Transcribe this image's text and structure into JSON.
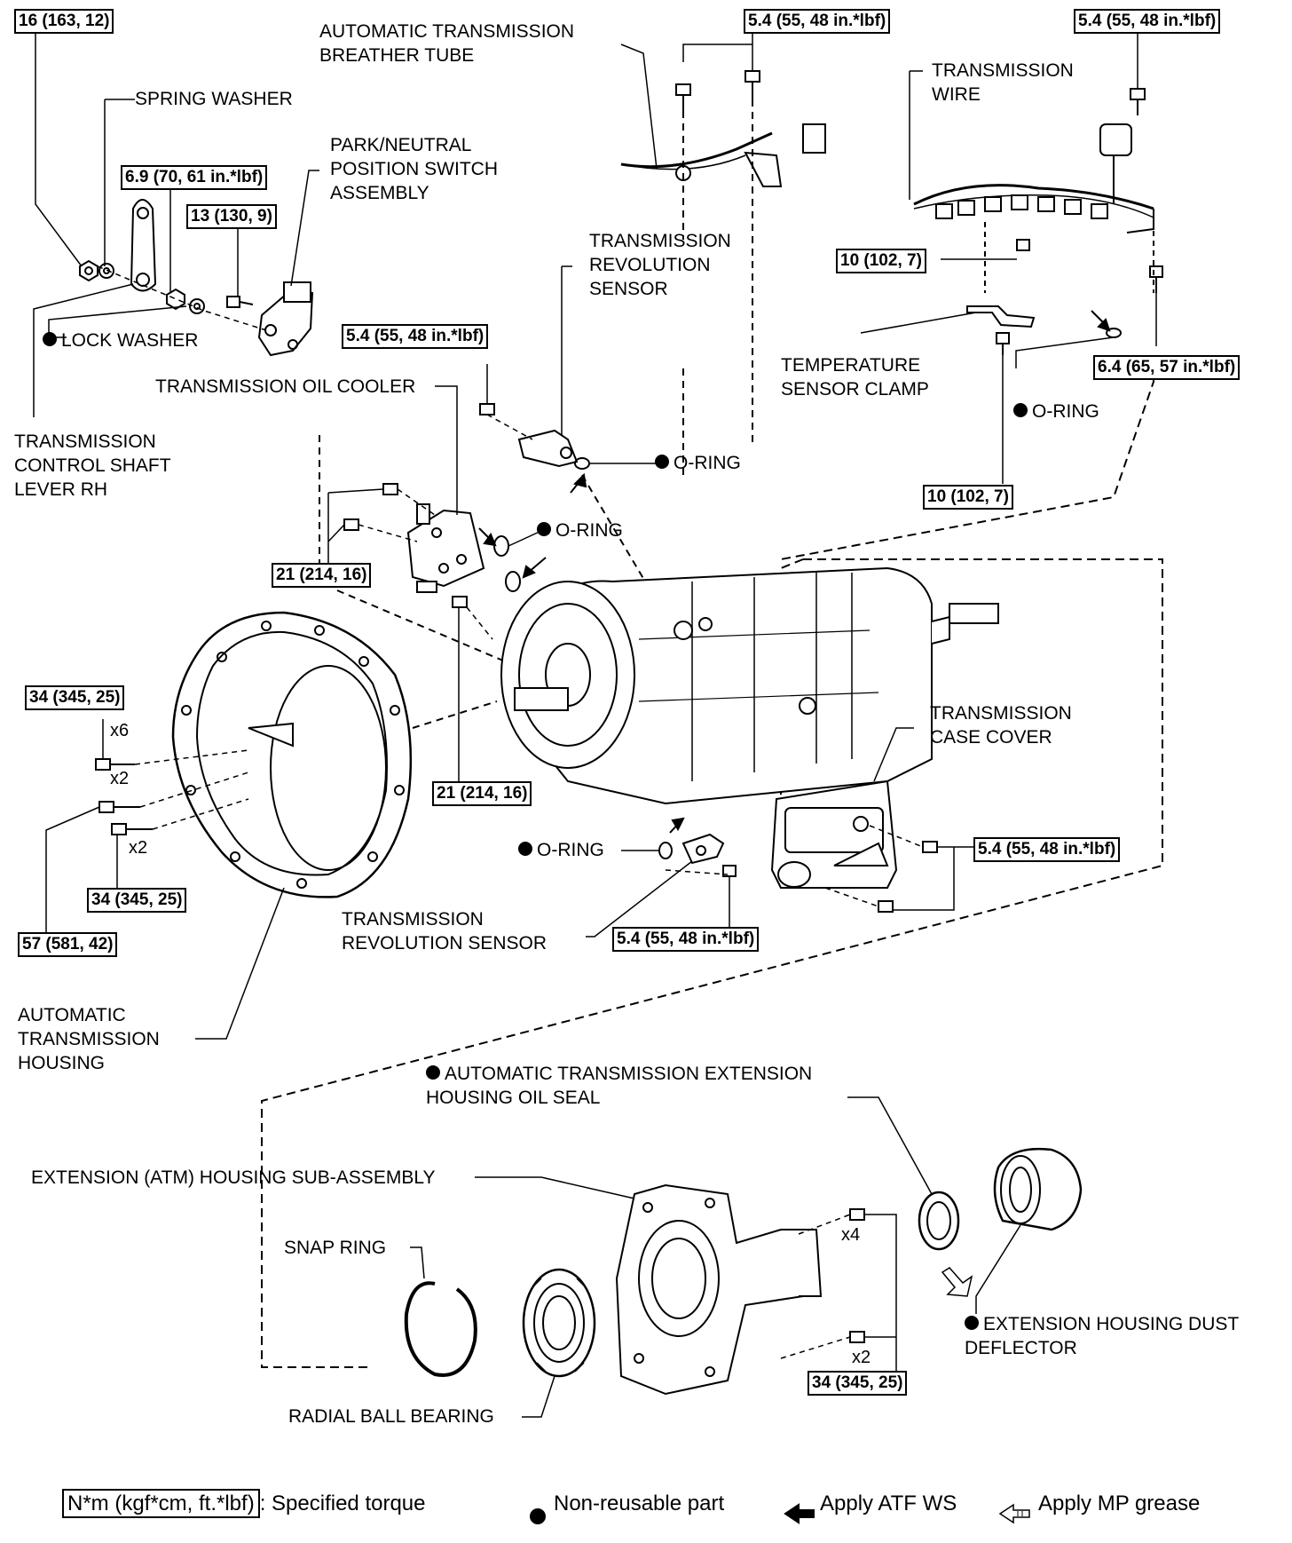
{
  "labels": {
    "breather_tube": "AUTOMATIC TRANSMISSION\nBREATHER TUBE",
    "spring_washer": "SPRING WASHER",
    "park_neutral": "PARK/NEUTRAL\nPOSITION SWITCH\nASSEMBLY",
    "transmission_wire": "TRANSMISSION\nWIRE",
    "rev_sensor_top": "TRANSMISSION\nREVOLUTION\nSENSOR",
    "lock_washer": "LOCK WASHER",
    "oil_cooler": "TRANSMISSION OIL COOLER",
    "temp_clamp": "TEMPERATURE\nSENSOR CLAMP",
    "o_ring_right": "O-RING",
    "o_ring_sensor": "O-RING",
    "o_ring_cooler": "O-RING",
    "control_shaft": "TRANSMISSION\nCONTROL SHAFT\nLEVER RH",
    "case_cover": "TRANSMISSION\nCASE COVER",
    "o_ring_lower": "O-RING",
    "rev_sensor_lower": "TRANSMISSION\nREVOLUTION SENSOR",
    "housing": "AUTOMATIC\nTRANSMISSION\nHOUSING",
    "ext_oil_seal": "AUTOMATIC TRANSMISSION EXTENSION\nHOUSING OIL SEAL",
    "ext_housing": "EXTENSION (ATM) HOUSING SUB-ASSEMBLY",
    "snap_ring": "SNAP RING",
    "dust_deflector": "EXTENSION HOUSING DUST\nDEFLECTOR",
    "radial_bearing": "RADIAL BALL BEARING"
  },
  "torques": {
    "t16": "16 (163, 12)",
    "t54_breather": "5.4 (55, 48 in.*lbf)",
    "t54_wire": "5.4 (55, 48 in.*lbf)",
    "t69": "6.9 (70, 61 in.*lbf)",
    "t13": "13 (130, 9)",
    "t10_upper": "10 (102, 7)",
    "t54_sensor": "5.4 (55, 48 in.*lbf)",
    "t64": "6.4 (65, 57 in.*lbf)",
    "t10_lower": "10 (102, 7)",
    "t21_upper": "21 (214, 16)",
    "t34_upper": "34 (345, 25)",
    "t21_lower": "21 (214, 16)",
    "t54_cover": "5.4 (55, 48 in.*lbf)",
    "t34_mid": "34 (345, 25)",
    "t57": "57 (581, 42)",
    "t54_lower": "5.4 (55, 48 in.*lbf)",
    "t34_ext": "34 (345, 25)"
  },
  "quantities": {
    "x6": "x6",
    "x2_a": "x2",
    "x2_b": "x2",
    "x4": "x4",
    "x2_ext": "x2"
  },
  "legend": {
    "torque_box": "N*m (kgf*cm, ft.*lbf)",
    "torque_text": ": Specified torque",
    "nonreusable": "Non-reusable part",
    "atf": "Apply ATF WS",
    "grease": "Apply MP grease"
  }
}
